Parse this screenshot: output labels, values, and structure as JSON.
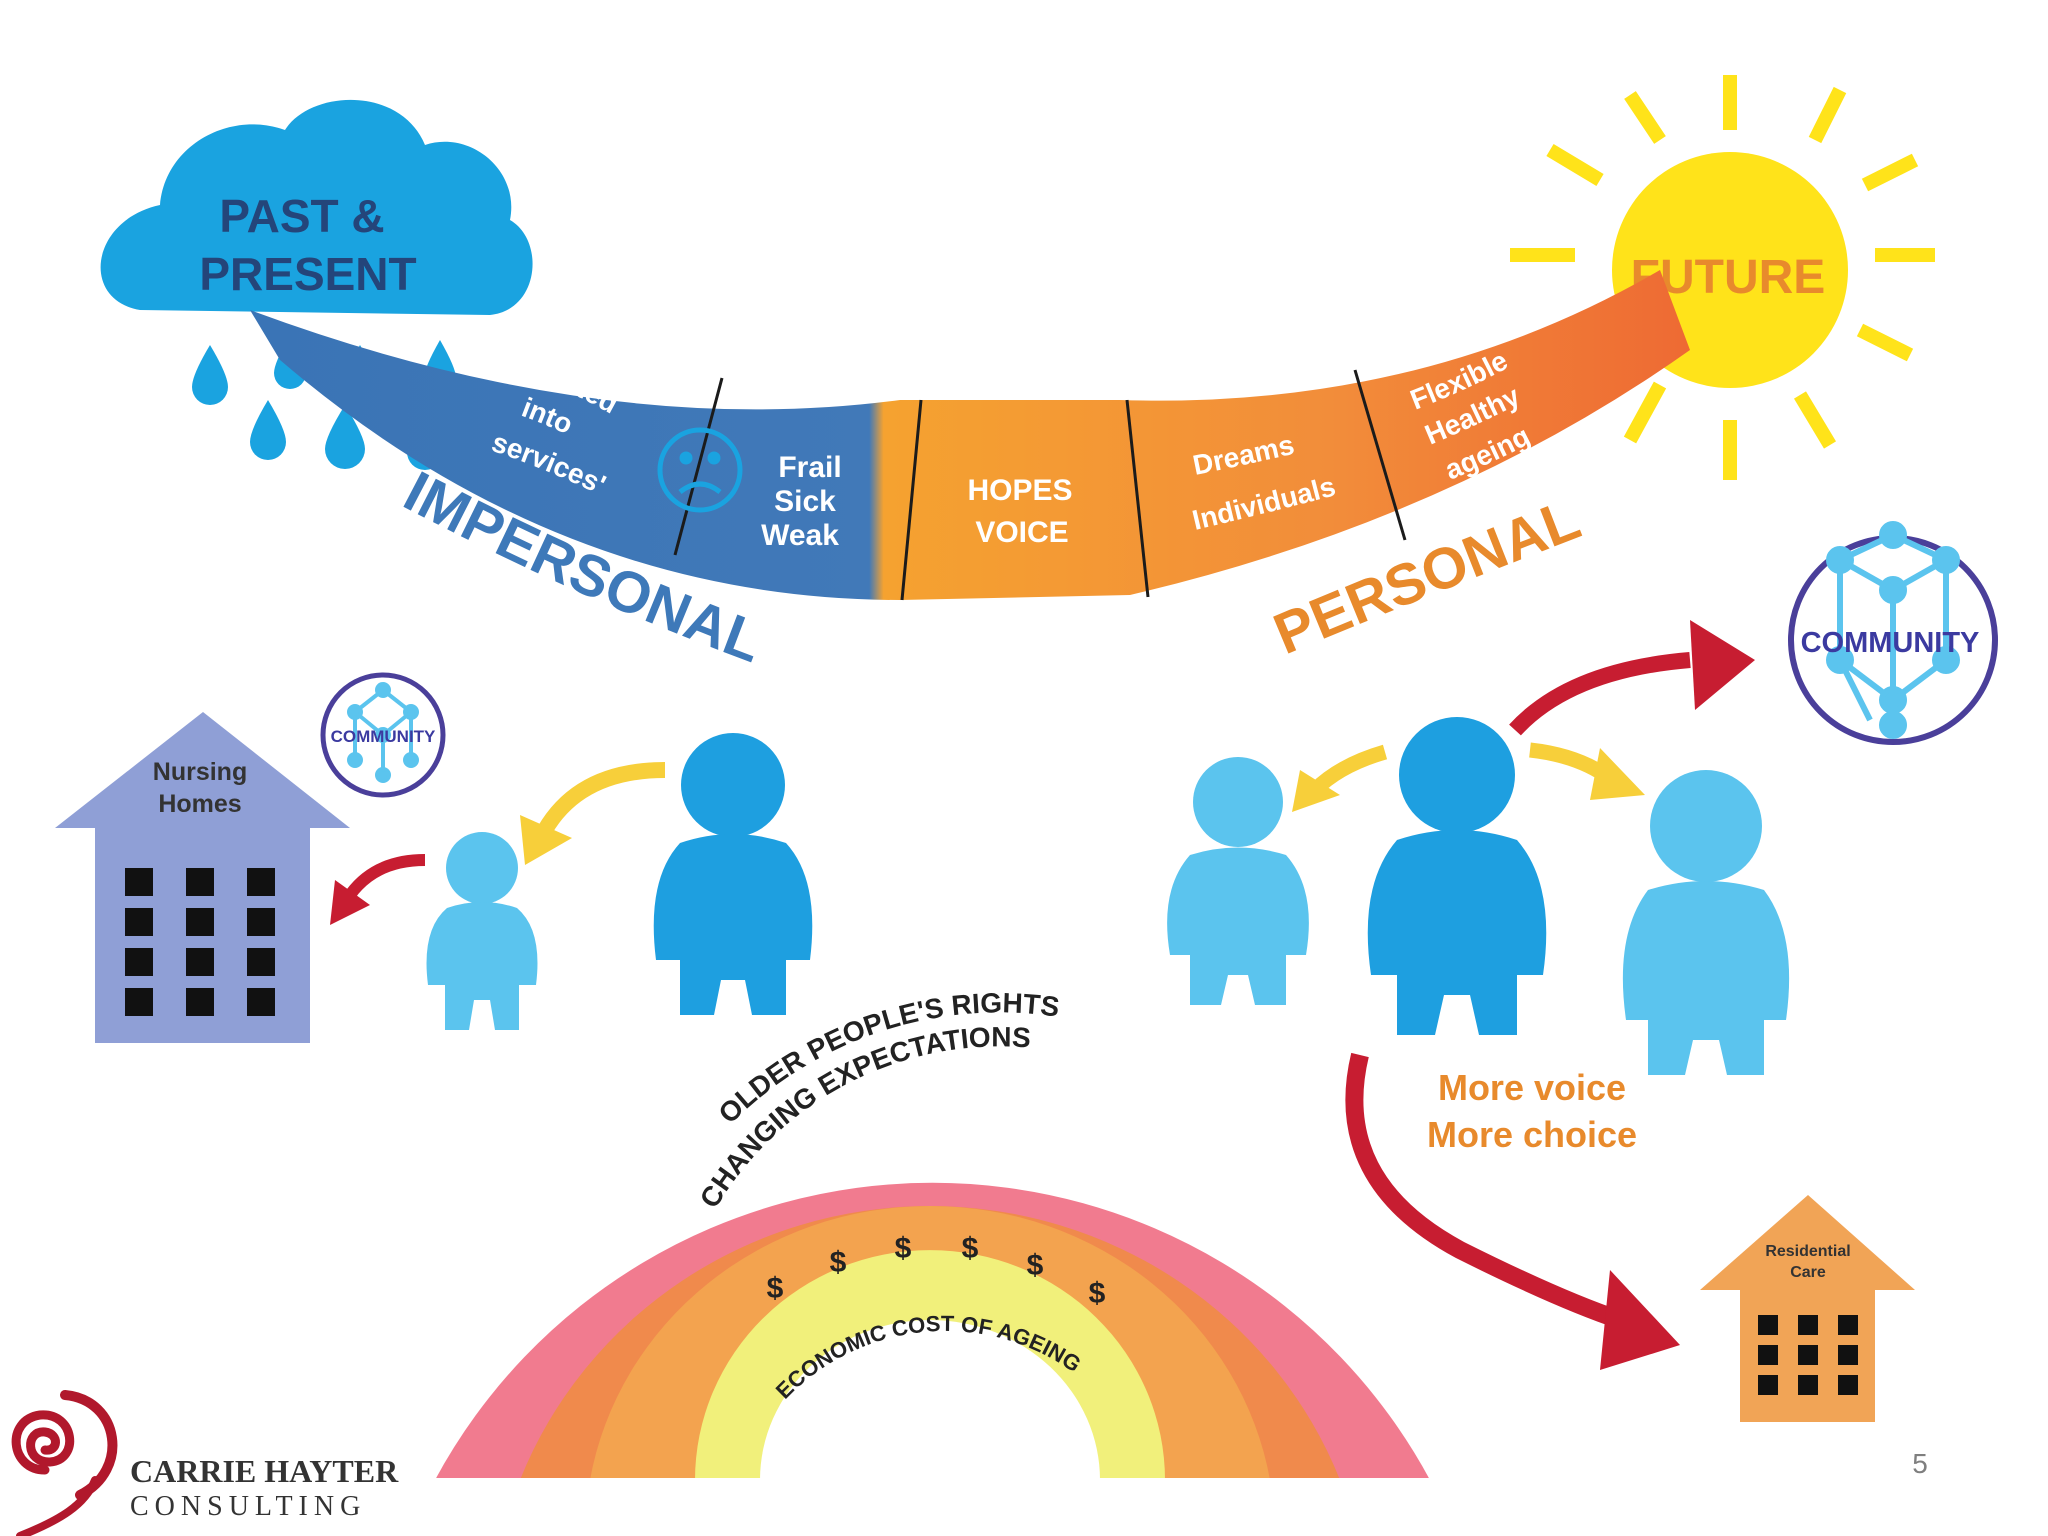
{
  "cloud": {
    "line1": "PAST &",
    "line2": "PRESENT"
  },
  "sun": {
    "label": "FUTURE"
  },
  "band": {
    "slotted": [
      "'Slotted",
      "into",
      "services'"
    ],
    "frail": [
      "Frail",
      "Sick",
      "Weak"
    ],
    "hopes": [
      "HOPES",
      "VOICE"
    ],
    "dreams": [
      "Dreams",
      "Individuals"
    ],
    "flexible": [
      "Flexible",
      "Healthy",
      "ageing"
    ]
  },
  "impersonal": "IMPERSONAL",
  "personal": "PERSONAL",
  "nursing": [
    "Nursing",
    "Homes"
  ],
  "community_small": "COMMUNITY",
  "community_large": "COMMUNITY",
  "voice": [
    "More voice",
    "More choice"
  ],
  "residential": [
    "Residential",
    "Care"
  ],
  "rainbow": {
    "rights": "OLDER PEOPLE'S RIGHTS",
    "expectations": "CHANGING EXPECTATIONS",
    "dollar": "$",
    "economic": "ECONOMIC COST OF AGEING"
  },
  "logo": {
    "line1": "CARRIE HAYTER",
    "line2": "CONSULTING"
  },
  "page_number": "5",
  "colors": {
    "cloud": "#1aa3e0",
    "band_dark": "#3e79b9",
    "band_orange": "#f2a13a",
    "sun": "#ffe31a",
    "figure_dark": "#1e9fe0",
    "figure_light": "#5bc4ee",
    "arrow_red": "#c71d31",
    "arrow_yellow": "#f7cf3a",
    "nursing": "#8f9fd6",
    "residential": "#f1a456",
    "rainbow_pink": "#f17b8f",
    "rainbow_orange": "#f08a4c",
    "rainbow_amber": "#f3a34f",
    "rainbow_yellow": "#f1f07b",
    "logo": "#b1182c"
  }
}
